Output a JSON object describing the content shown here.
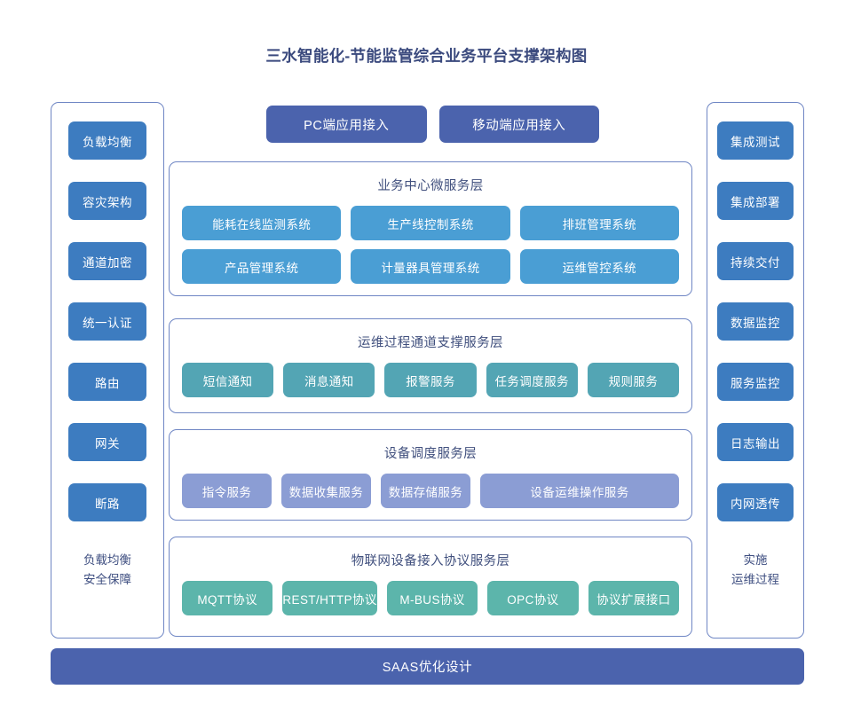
{
  "title": "三水智能化-节能监管综合业务平台支撑架构图",
  "colors": {
    "title_text": "#3b4a7e",
    "panel_border": "#6f86c4",
    "side_button": "#3d7cc0",
    "top_button": "#4b63ad",
    "business_chip": "#4a9ed4",
    "ops_chip": "#53a5b4",
    "device_chip": "#8b9dd4",
    "iot_chip": "#5cb5ab",
    "layer_title_text": "#41507e",
    "bottom_bar": "#4b63ad"
  },
  "left_column": {
    "items": [
      {
        "label": "负载均衡"
      },
      {
        "label": "容灾架构"
      },
      {
        "label": "通道加密"
      },
      {
        "label": "统一认证"
      },
      {
        "label": "路由"
      },
      {
        "label": "网关"
      },
      {
        "label": "断路"
      }
    ],
    "caption_line1": "负载均衡",
    "caption_line2": "安全保障"
  },
  "right_column": {
    "items": [
      {
        "label": "集成测试"
      },
      {
        "label": "集成部署"
      },
      {
        "label": "持续交付"
      },
      {
        "label": "数据监控"
      },
      {
        "label": "服务监控"
      },
      {
        "label": "日志输出"
      },
      {
        "label": "内网透传"
      }
    ],
    "caption_line1": "实施",
    "caption_line2": "运维过程"
  },
  "top_access": {
    "buttons": [
      {
        "label": "PC端应用接入"
      },
      {
        "label": "移动端应用接入"
      }
    ]
  },
  "layers": [
    {
      "id": "business",
      "title": "业务中心微服务层",
      "rows": [
        [
          "能耗在线监测系统",
          "生产线控制系统",
          "排班管理系统"
        ],
        [
          "产品管理系统",
          "计量器具管理系统",
          "运维管控系统"
        ]
      ]
    },
    {
      "id": "ops",
      "title": "运维过程通道支撑服务层",
      "rows": [
        [
          "短信通知",
          "消息通知",
          "报警服务",
          "任务调度服务",
          "规则服务"
        ]
      ]
    },
    {
      "id": "device",
      "title": "设备调度服务层",
      "rows": [
        [
          "指令服务",
          "数据收集服务",
          "数据存储服务",
          "设备运维操作服务"
        ]
      ]
    },
    {
      "id": "iot",
      "title": "物联网设备接入协议服务层",
      "rows": [
        [
          "MQTT协议",
          "REST/HTTP协议",
          "M-BUS协议",
          "OPC协议",
          "协议扩展接口"
        ]
      ]
    }
  ],
  "bottom_bar": {
    "label": "SAAS优化设计"
  }
}
